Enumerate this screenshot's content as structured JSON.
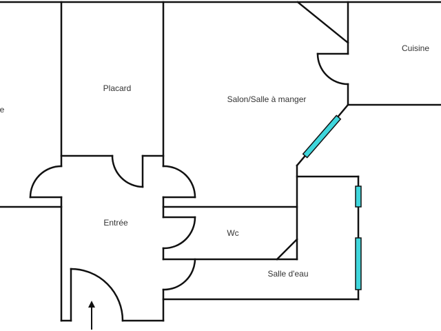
{
  "plan": {
    "rooms": {
      "placard": "Placard",
      "entree": "Entrée",
      "salon": "Salon/Salle à manger",
      "cuisine": "Cuisine",
      "wc": "Wc",
      "salle_eau": "Salle d'eau",
      "left_room_partial": "e"
    },
    "colors": {
      "wall": "#111111",
      "window": "#3fd6dc",
      "label": "#333333"
    }
  }
}
